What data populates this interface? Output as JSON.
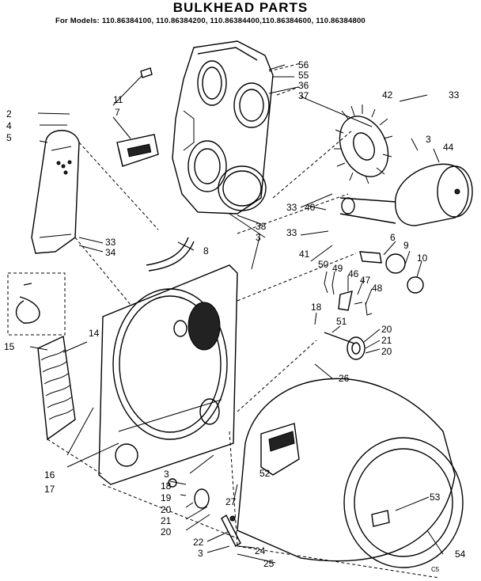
{
  "title": "BULKHEAD PARTS",
  "subtitle": "For Models: 110.86384100, 110.86384200, 110.86384400,110.86384600, 110.86384800",
  "corner_mark": "C5",
  "callouts": [
    "56",
    "55",
    "36",
    "37",
    "33",
    "42",
    "2",
    "4",
    "5",
    "11",
    "7",
    "3",
    "44",
    "33",
    "40",
    "38",
    "3",
    "33",
    "41",
    "6",
    "9",
    "10",
    "8",
    "33",
    "34",
    "50",
    "49",
    "46",
    "47",
    "48",
    "18",
    "51",
    "20",
    "21",
    "20",
    "14",
    "15",
    "26",
    "16",
    "17",
    "52",
    "3",
    "18",
    "19",
    "20",
    "21",
    "20",
    "27",
    "53",
    "22",
    "3",
    "24",
    "25",
    "54"
  ]
}
